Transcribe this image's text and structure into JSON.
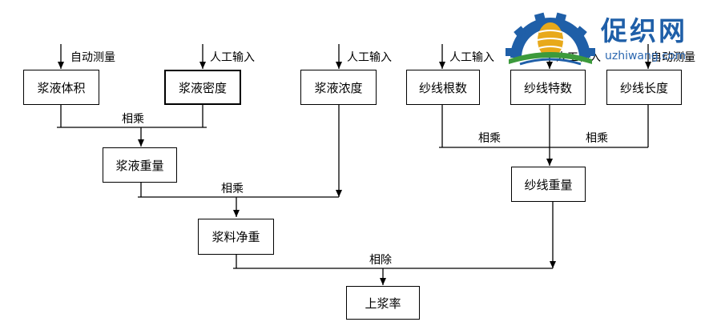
{
  "boxes": {
    "slurry_volume": "浆液体积",
    "slurry_density": "浆液密度",
    "slurry_concentration": "浆液浓度",
    "yarn_count": "纱线根数",
    "yarn_tex": "纱线特数",
    "yarn_length": "纱线长度",
    "slurry_weight": "浆液重量",
    "yarn_weight": "纱线重量",
    "size_net_weight": "浆料净重",
    "sizing_rate": "上浆率"
  },
  "inputs": {
    "auto_measure_1": "自动测量",
    "manual_input_1": "人工输入",
    "manual_input_2": "人工输入",
    "manual_input_3": "人工输入",
    "manual_input_4": "人工输入",
    "auto_measure_2": "自动测量"
  },
  "operations": {
    "multiply_1": "相乘",
    "multiply_2": "相乘",
    "multiply_3": "相乘",
    "multiply_4": "相乘",
    "divide": "相除"
  },
  "watermark": {
    "brand": "促织网",
    "url": "uzhiwang.com"
  },
  "colors": {
    "line": "#000000",
    "logo_blue": "#1f5fa8",
    "logo_gold": "#e8a91a",
    "logo_green": "#3c9a3c"
  }
}
